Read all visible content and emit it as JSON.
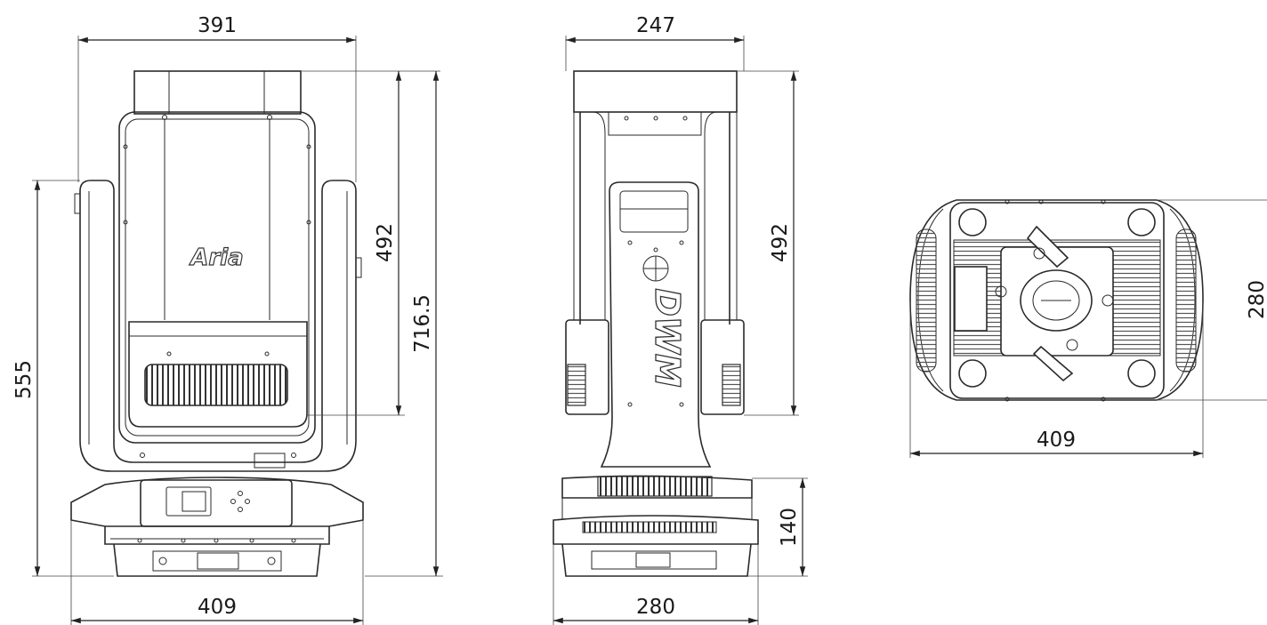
{
  "dimensions": {
    "front_top_width": "391",
    "front_inner_height": "492",
    "front_total_height": "716.5",
    "front_side_height": "555",
    "front_base_width": "409",
    "side_top_width": "247",
    "side_inner_height": "492",
    "side_base_height": "140",
    "side_base_width": "280",
    "top_width": "409",
    "top_depth": "280"
  },
  "logos": {
    "front_logo": "Aria",
    "side_logo": "DWM"
  },
  "colors": {
    "line": "#2a2a2a",
    "background": "#ffffff"
  }
}
